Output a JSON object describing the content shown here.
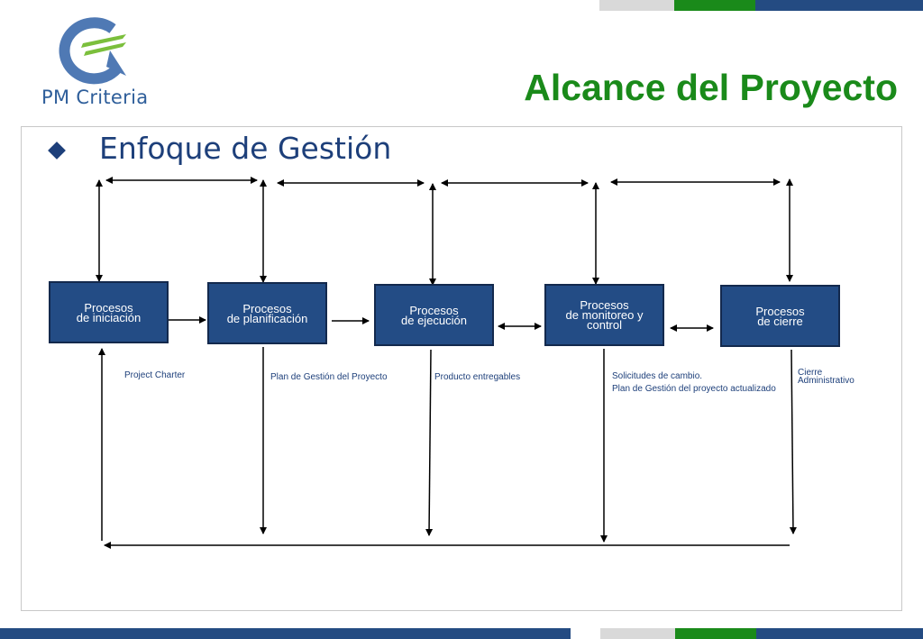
{
  "logo": {
    "text": "PM Criteria"
  },
  "slide": {
    "title": "Alcance del Proyecto",
    "subtitle": "Enfoque de Gestión"
  },
  "colors": {
    "title_green": "#1a8a1a",
    "navy": "#1d3f7a",
    "box_fill": "#234c85",
    "bar_grey": "#d9d9d9",
    "bar_green": "#1a8a1a",
    "bar_blue": "#244b82"
  },
  "processes": [
    {
      "line1": "Procesos",
      "line2": "de iniciación",
      "line3": ""
    },
    {
      "line1": "Procesos",
      "line2": "de planificación",
      "line3": ""
    },
    {
      "line1": "Procesos",
      "line2": "de ejecución",
      "line3": ""
    },
    {
      "line1": "Procesos",
      "line2": "de monitoreo y",
      "line3": "control"
    },
    {
      "line1": "Procesos",
      "line2": "de cierre",
      "line3": ""
    }
  ],
  "outputs": [
    {
      "line1": "Project Charter",
      "line2": ""
    },
    {
      "line1": "Plan de Gestión del Proyecto",
      "line2": ""
    },
    {
      "line1": "Producto entregables",
      "line2": ""
    },
    {
      "line1": "Solicitudes de cambio.",
      "line2": "Plan de Gestión del proyecto actualizado"
    },
    {
      "line1": "Cierre",
      "line2": "Administrativo"
    }
  ]
}
